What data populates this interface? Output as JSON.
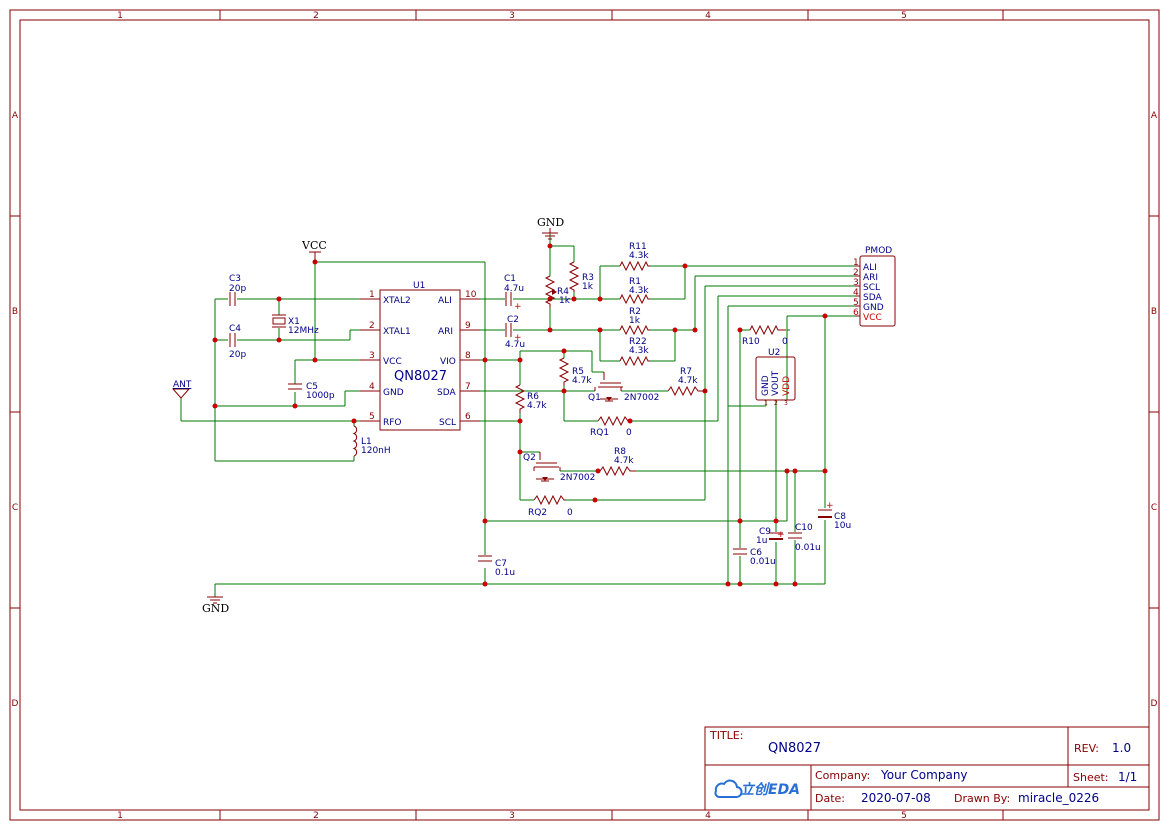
{
  "sheet": {
    "columns": [
      "1",
      "2",
      "3",
      "4",
      "5"
    ],
    "rows": [
      "A",
      "B",
      "C",
      "D"
    ]
  },
  "title_block": {
    "title_label": "TITLE:",
    "title": "QN8027",
    "rev_label": "REV:",
    "rev": "1.0",
    "company_label": "Company:",
    "company": "Your Company",
    "sheet_label": "Sheet:",
    "sheet": "1/1",
    "date_label": "Date:",
    "date": "2020-07-08",
    "drawn_label": "Drawn By:",
    "drawn_by": "miracle_0226",
    "logo_text": "立创EDA"
  },
  "nets": {
    "vcc": "VCC",
    "gnd_top": "GND",
    "gnd_bottom": "GND",
    "ant": "ANT"
  },
  "u1": {
    "ref": "U1",
    "name": "QN8027",
    "left_pins": [
      {
        "num": "1",
        "name": "XTAL2"
      },
      {
        "num": "2",
        "name": "XTAL1"
      },
      {
        "num": "3",
        "name": "VCC"
      },
      {
        "num": "4",
        "name": "GND"
      },
      {
        "num": "5",
        "name": "RFO"
      }
    ],
    "right_pins": [
      {
        "num": "10",
        "name": "ALI"
      },
      {
        "num": "9",
        "name": "ARI"
      },
      {
        "num": "8",
        "name": "VIO"
      },
      {
        "num": "7",
        "name": "SDA"
      },
      {
        "num": "6",
        "name": "SCL"
      }
    ]
  },
  "parts": {
    "c3": {
      "ref": "C3",
      "value": "20p"
    },
    "c4": {
      "ref": "C4",
      "value": "20p"
    },
    "x1": {
      "ref": "X1",
      "value": "12MHz"
    },
    "c5": {
      "ref": "C5",
      "value": "1000p"
    },
    "l1": {
      "ref": "L1",
      "value": "120nH"
    },
    "c1": {
      "ref": "C1",
      "value": "4.7u"
    },
    "c2": {
      "ref": "C2",
      "value": "4.7u"
    },
    "r3": {
      "ref": "R3",
      "value": "1k"
    },
    "r4": {
      "ref": "R4",
      "value": "1k"
    },
    "r11": {
      "ref": "R11",
      "value": "4.3k"
    },
    "r1": {
      "ref": "R1",
      "value": "4.3k"
    },
    "r2": {
      "ref": "R2",
      "value": "1k"
    },
    "r22": {
      "ref": "R22",
      "value": "4.3k"
    },
    "r5": {
      "ref": "R5",
      "value": "4.7k"
    },
    "r6": {
      "ref": "R6",
      "value": "4.7k"
    },
    "q1": {
      "ref": "Q1",
      "value": "2N7002"
    },
    "r7": {
      "ref": "R7",
      "value": "4.7k"
    },
    "rq1": {
      "ref": "RQ1",
      "value": "0"
    },
    "q2": {
      "ref": "Q2",
      "value": "2N7002"
    },
    "r8": {
      "ref": "R8",
      "value": "4.7k"
    },
    "rq2": {
      "ref": "RQ2",
      "value": "0"
    },
    "c7": {
      "ref": "C7",
      "value": "0.1u"
    },
    "r10": {
      "ref": "R10",
      "value": "0"
    },
    "c6": {
      "ref": "C6",
      "value": "0.01u"
    },
    "c9": {
      "ref": "C9",
      "value": "1u"
    },
    "c10": {
      "ref": "C10",
      "value": "0.01u"
    },
    "c8": {
      "ref": "C8",
      "value": "10u"
    }
  },
  "u2": {
    "ref": "U2",
    "pins": [
      "GND",
      "VOUT",
      "VDD"
    ],
    "pin_nums": [
      "1",
      "2",
      "3"
    ]
  },
  "pmod": {
    "ref": "PMOD",
    "pins": [
      {
        "num": "1",
        "name": "ALI"
      },
      {
        "num": "2",
        "name": "ARI"
      },
      {
        "num": "3",
        "name": "SCL"
      },
      {
        "num": "4",
        "name": "SDA"
      },
      {
        "num": "5",
        "name": "GND"
      },
      {
        "num": "6",
        "name": "VCC"
      }
    ]
  }
}
